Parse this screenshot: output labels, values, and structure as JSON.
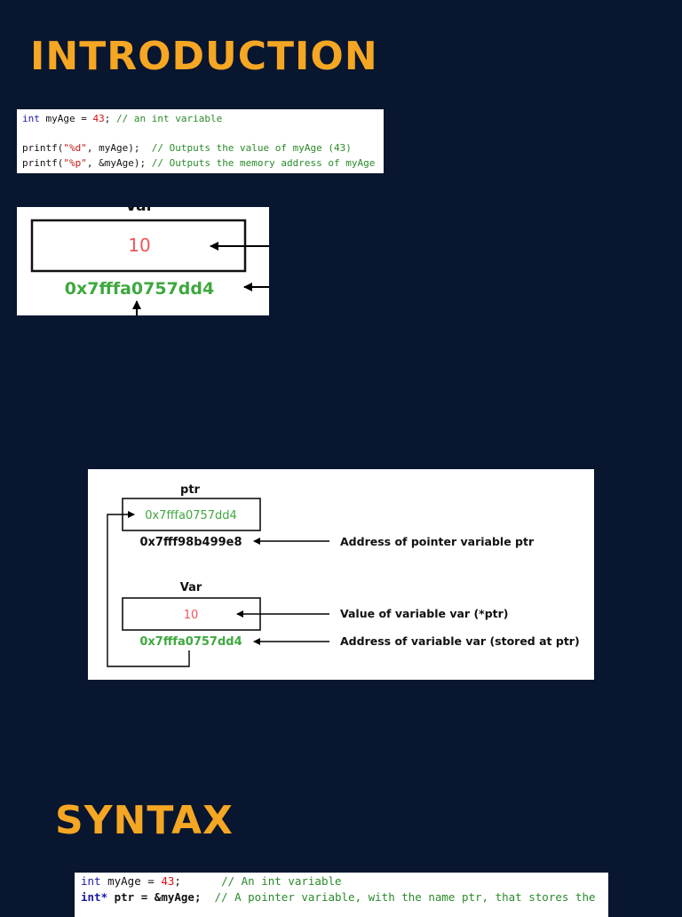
{
  "intro": {
    "title": "INTRODUCTION",
    "code_lines": [
      [
        {
          "t": "int",
          "c": "kw"
        },
        {
          "t": " myAge = ",
          "c": "plain"
        },
        {
          "t": "43",
          "c": "num"
        },
        {
          "t": "; ",
          "c": "plain"
        },
        {
          "t": "// an int variable",
          "c": "cm"
        }
      ],
      [],
      [
        {
          "t": "printf(",
          "c": "plain"
        },
        {
          "t": "\"%d\"",
          "c": "str"
        },
        {
          "t": ", myAge);  ",
          "c": "plain"
        },
        {
          "t": "// Outputs the value of myAge (43)",
          "c": "cm"
        }
      ],
      [
        {
          "t": "printf(",
          "c": "plain"
        },
        {
          "t": "\"%p\"",
          "c": "str"
        },
        {
          "t": ", &myAge); ",
          "c": "plain"
        },
        {
          "t": "// Outputs the memory address of myAge",
          "c": "cm"
        }
      ]
    ]
  },
  "figure1": {
    "var_label": "Var",
    "value": "10",
    "address": "0x7fffa0757dd4"
  },
  "figure2": {
    "ptr_label": "ptr",
    "ptr_value": "0x7fffa0757dd4",
    "ptr_address": "0x7fff98b499e8",
    "ptr_address_desc": "Address of pointer variable ptr",
    "var_label": "Var",
    "var_value": "10",
    "var_value_desc": "Value of variable var (*ptr)",
    "var_address": "0x7fffa0757dd4",
    "var_address_desc": "Address of variable var (stored at ptr)"
  },
  "syntax": {
    "title": "SYNTAX",
    "code_lines": [
      [
        {
          "t": "int",
          "c": "kw"
        },
        {
          "t": " myAge = ",
          "c": "plain"
        },
        {
          "t": "43",
          "c": "num"
        },
        {
          "t": ";      ",
          "c": "plain"
        },
        {
          "t": "// An int variable",
          "c": "cm"
        }
      ],
      [
        {
          "t": "int*",
          "c": "kwb"
        },
        {
          "t": " ptr = &myAge;  ",
          "c": "bold"
        },
        {
          "t": "// A pointer variable, with the name ptr, that stores the",
          "c": "cm"
        }
      ]
    ]
  },
  "colors": {
    "background": "#081630",
    "heading": "#f5a623",
    "value_red": "#f0555a",
    "address_green": "#3fa83f"
  }
}
